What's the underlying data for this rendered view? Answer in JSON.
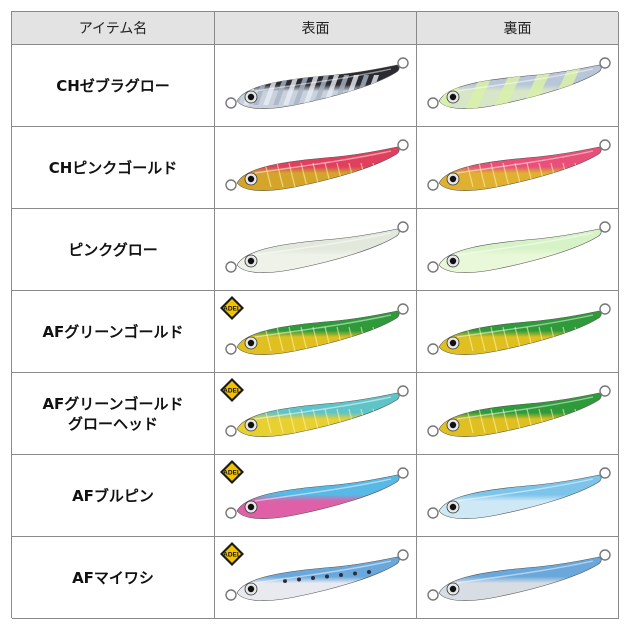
{
  "header": {
    "col_name": "アイテム名",
    "col_front": "表面",
    "col_back": "裏面"
  },
  "rows": [
    {
      "name": [
        "CHゼブラグロー"
      ],
      "adel": false,
      "front": {
        "top": "#2a2a30",
        "belly": "#c9d2dc",
        "pattern": "zebra-holo"
      },
      "back": {
        "top": "#b9c6d8",
        "belly": "#d8e6c8",
        "pattern": "glow-stripes"
      }
    },
    {
      "name": [
        "CHピンクゴールド"
      ],
      "adel": false,
      "front": {
        "top": "#e0405e",
        "belly": "#d4a52a",
        "pattern": "gold-holo"
      },
      "back": {
        "top": "#e8507a",
        "belly": "#e0b030",
        "pattern": "gold"
      }
    },
    {
      "name": [
        "ピンクグロー"
      ],
      "adel": false,
      "front": {
        "top": "#e2e8dc",
        "belly": "#eef2e8",
        "pattern": "plain"
      },
      "back": {
        "top": "#d8f2c8",
        "belly": "#e8f8d8",
        "pattern": "plain"
      }
    },
    {
      "name": [
        "AFグリーンゴールド"
      ],
      "adel": true,
      "front": {
        "top": "#2f9a3a",
        "belly": "#e0c020",
        "pattern": "gold"
      },
      "back": {
        "top": "#2f9a3a",
        "belly": "#e0c020",
        "pattern": "gold"
      }
    },
    {
      "name": [
        "AFグリーンゴールド",
        "グローヘッド"
      ],
      "adel": true,
      "front": {
        "top": "#5fc4c8",
        "belly": "#e8d030",
        "pattern": "gold"
      },
      "back": {
        "top": "#2f9a3a",
        "belly": "#e0c020",
        "pattern": "gold"
      }
    },
    {
      "name": [
        "AFブルピン"
      ],
      "adel": true,
      "front": {
        "top": "#58b8e6",
        "belly": "#e060a8",
        "pattern": "plain"
      },
      "back": {
        "top": "#7cc4ea",
        "belly": "#cfe8f6",
        "pattern": "plain"
      }
    },
    {
      "name": [
        "AFマイワシ"
      ],
      "adel": true,
      "front": {
        "top": "#6aa8dc",
        "belly": "#e8eaf0",
        "pattern": "spots"
      },
      "back": {
        "top": "#6aa8dc",
        "belly": "#d8dde4",
        "pattern": "plain"
      }
    }
  ],
  "badge_text": "ADEL"
}
